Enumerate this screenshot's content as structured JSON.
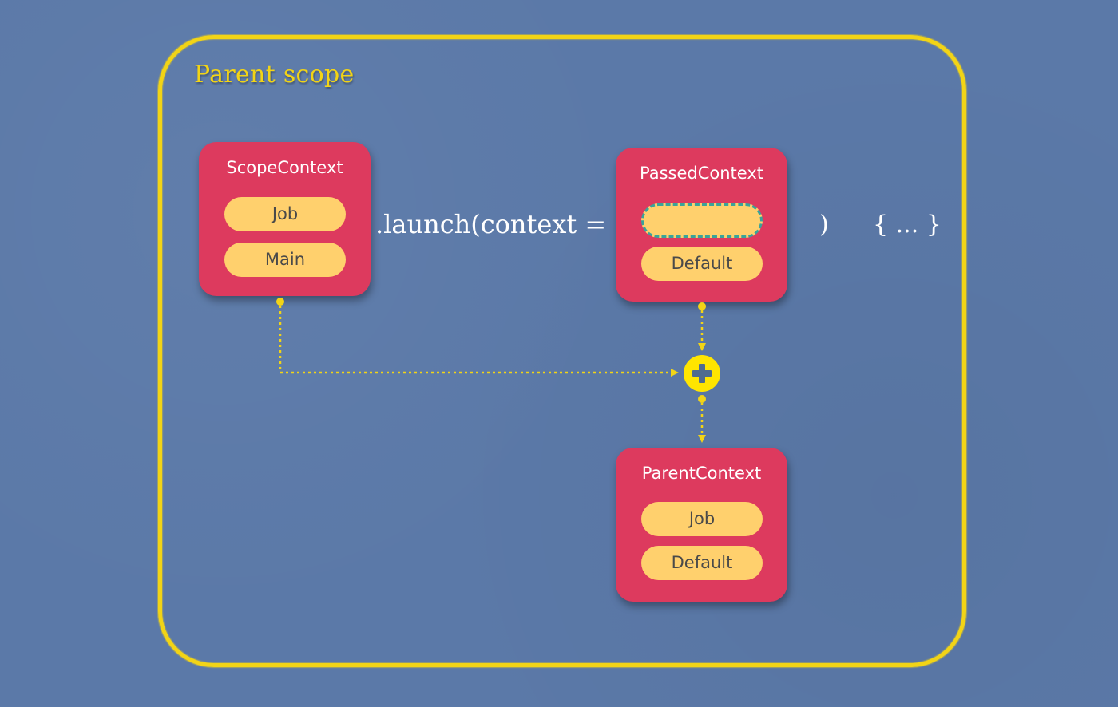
{
  "scope": {
    "title": "Parent scope"
  },
  "scope_context": {
    "title": "ScopeContext",
    "elements": [
      "Job",
      "Main"
    ]
  },
  "passed_context": {
    "title": "PassedContext",
    "empty_slot": "",
    "elements": [
      "Default"
    ]
  },
  "parent_context": {
    "title": "ParentContext",
    "elements": [
      "Job",
      "Default"
    ]
  },
  "code": {
    "launch_call": ".launch(context =",
    "close_paren": ")",
    "body": "{ ... }"
  },
  "colors": {
    "background": "#5b79a8",
    "scope_outline": "#f2d416",
    "context_box": "#dd3a5e",
    "element_pill": "#ffd06d",
    "slot_dashed_border": "#3aa39a",
    "connector": "#f2d416"
  },
  "icons": {
    "merge": "plus-circle-icon"
  }
}
